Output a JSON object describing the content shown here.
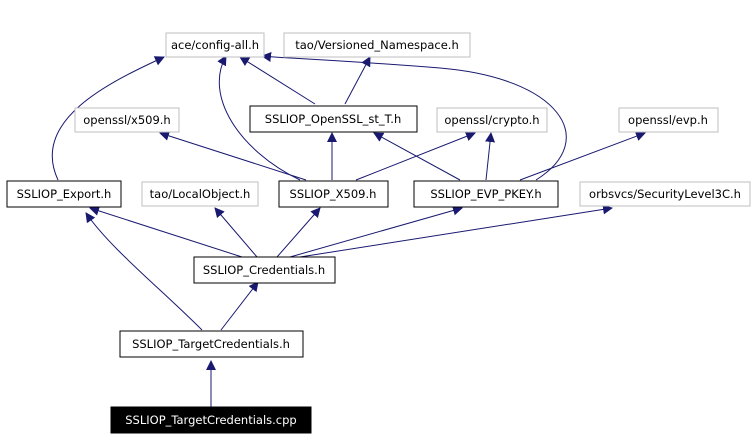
{
  "colors": {
    "edge": "#191970",
    "node_fill": "#ffffff",
    "node_stroke_primary": "#000000",
    "node_stroke_secondary": "#bfbfbf",
    "root_fill": "#000000",
    "root_text": "#ffffff",
    "text": "#000000"
  },
  "nodes": {
    "ace_config_all": "ace/config-all.h",
    "tao_versioned_namespace": "tao/Versioned_Namespace.h",
    "openssl_x509": "openssl/x509.h",
    "ssliop_openssl_st_t": "SSLIOP_OpenSSL_st_T.h",
    "openssl_crypto": "openssl/crypto.h",
    "openssl_evp": "openssl/evp.h",
    "ssliop_export": "SSLIOP_Export.h",
    "tao_localobject": "tao/LocalObject.h",
    "ssliop_x509": "SSLIOP_X509.h",
    "ssliop_evp_pkey": "SSLIOP_EVP_PKEY.h",
    "orbsvcs_securitylevel3c": "orbsvcs/SecurityLevel3C.h",
    "ssliop_credentials": "SSLIOP_Credentials.h",
    "ssliop_targetcredentials_h": "SSLIOP_TargetCredentials.h",
    "ssliop_targetcredentials_cpp": "SSLIOP_TargetCredentials.cpp"
  }
}
